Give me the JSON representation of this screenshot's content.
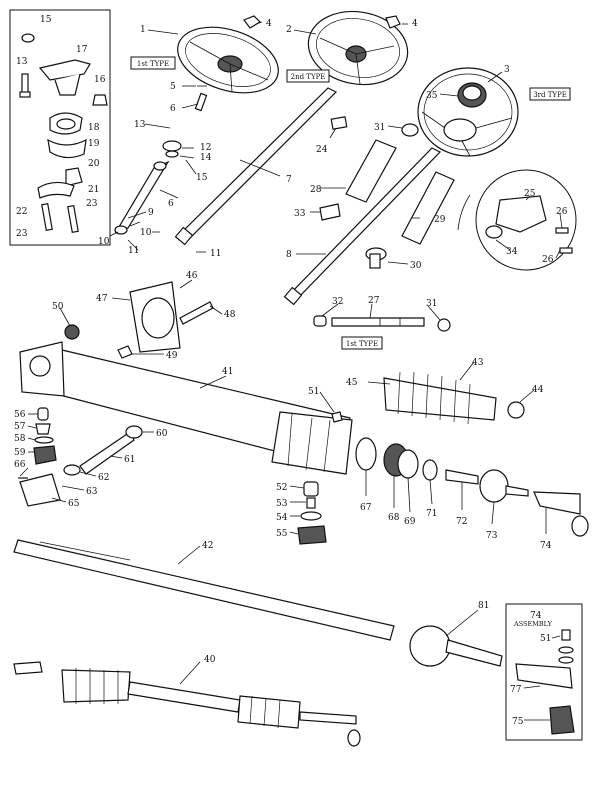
{
  "diagram": {
    "type_labels": {
      "first_type_wheel": "1st TYPE",
      "second_type_wheel": "2nd TYPE",
      "third_type_wheel": "3rd TYPE",
      "first_type_shaft": "1st TYPE"
    },
    "assembly_inset": {
      "title": "74",
      "subtitle": "ASSEMBLY"
    },
    "callouts": {
      "n1": "1",
      "n2": "2",
      "n3": "3",
      "n4a": "4",
      "n4b": "4",
      "n5": "5",
      "n6a": "6",
      "n6b": "6",
      "n7": "7",
      "n8": "8",
      "n9": "9",
      "n10a": "10",
      "n10b": "10",
      "n11a": "11",
      "n11b": "11",
      "n12": "12",
      "n13a": "13",
      "n13b": "13",
      "n14": "14",
      "n15a": "15",
      "n15b": "15",
      "n16": "16",
      "n17": "17",
      "n18": "18",
      "n19": "19",
      "n20": "20",
      "n21": "21",
      "n22": "22",
      "n23a": "23",
      "n23b": "23",
      "n24": "24",
      "n25": "25",
      "n26a": "26",
      "n26b": "26",
      "n27": "27",
      "n28": "28",
      "n29": "29",
      "n30": "30",
      "n31a": "31",
      "n31b": "31",
      "n32": "32",
      "n33": "33",
      "n34": "34",
      "n35": "35",
      "n40": "40",
      "n41": "41",
      "n42": "42",
      "n43": "43",
      "n44": "44",
      "n45": "45",
      "n46": "46",
      "n47": "47",
      "n48": "48",
      "n49": "49",
      "n50": "50",
      "n51a": "51",
      "n51b": "51",
      "n52": "52",
      "n53": "53",
      "n54": "54",
      "n55": "55",
      "n56": "56",
      "n57": "57",
      "n58": "58",
      "n59": "59",
      "n60": "60",
      "n61": "61",
      "n62": "62",
      "n63": "63",
      "n65": "65",
      "n66": "66",
      "n67": "67",
      "n68": "68",
      "n69": "69",
      "n71": "71",
      "n72": "72",
      "n73": "73",
      "n74": "74",
      "n75": "75",
      "n77": "77",
      "n81": "81"
    }
  }
}
